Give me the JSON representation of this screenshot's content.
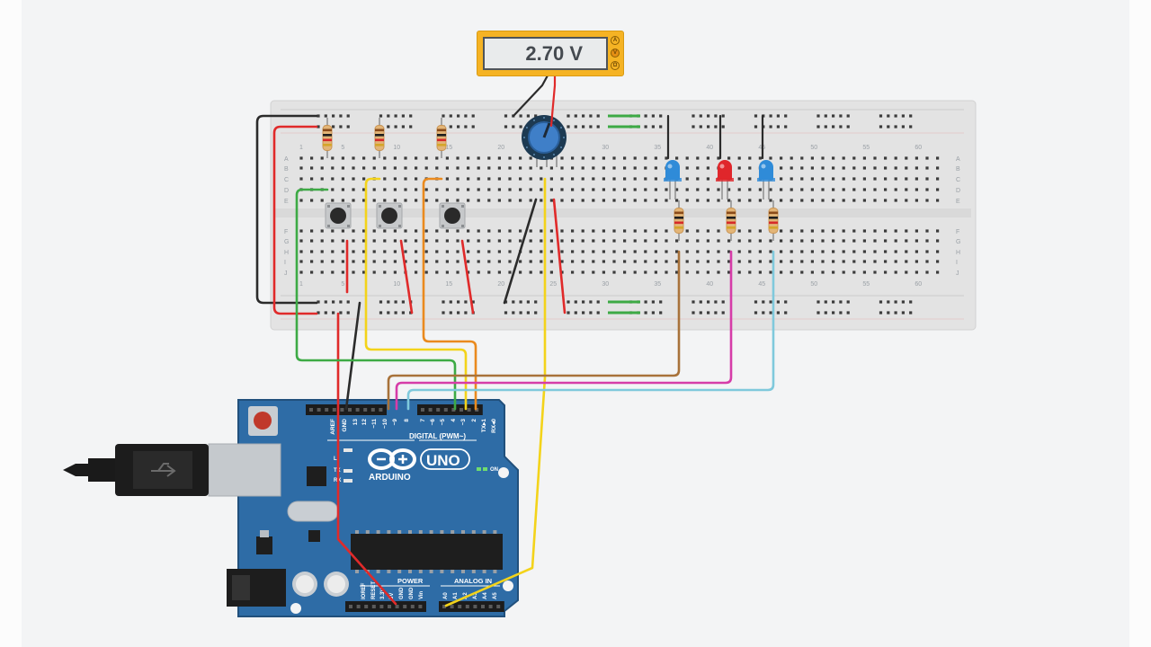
{
  "multimeter": {
    "reading": "2.70 V",
    "mode_buttons": [
      "A",
      "V",
      "Ω"
    ]
  },
  "breadboard": {
    "column_labels": [
      "1",
      "5",
      "10",
      "15",
      "20",
      "25",
      "30",
      "35",
      "40",
      "45",
      "50",
      "55",
      "60"
    ],
    "row_labels_top": [
      "A",
      "B",
      "C",
      "D",
      "E"
    ],
    "row_labels_bottom": [
      "F",
      "G",
      "H",
      "I",
      "J"
    ]
  },
  "leds": [
    {
      "color_name": "blue",
      "color": "#2f8bd8"
    },
    {
      "color_name": "red",
      "color": "#e0262b"
    },
    {
      "color_name": "blue",
      "color": "#2f8bd8"
    }
  ],
  "arduino": {
    "logo_text": "ARDUINO",
    "model": "UNO",
    "on_label": "ON",
    "digital_label": "DIGITAL (PWM~)",
    "power_label": "POWER",
    "analog_label": "ANALOG IN",
    "tx_label": "TX",
    "rx_label": "RX",
    "l_label": "L",
    "digital_pins": [
      "AREF",
      "GND",
      "13",
      "12",
      "~11",
      "~10",
      "~9",
      "8",
      "7",
      "~6",
      "~5",
      "4",
      "~3",
      "2",
      "TX▸1",
      "RX◂0"
    ],
    "power_pins": [
      "IOREF",
      "RESET",
      "3.3V",
      "5V",
      "GND",
      "GND",
      "Vin"
    ],
    "analog_pins": [
      "A0",
      "A1",
      "A2",
      "A3",
      "A4",
      "A5"
    ]
  },
  "wire_colors": {
    "black": "#2b2b2b",
    "red": "#e02a2a",
    "green": "#3daa45",
    "yellow": "#f3d31a",
    "orange": "#ea8a1e",
    "brown": "#a8723a",
    "magenta": "#d63ca8",
    "cyan": "#7fc9dc"
  }
}
